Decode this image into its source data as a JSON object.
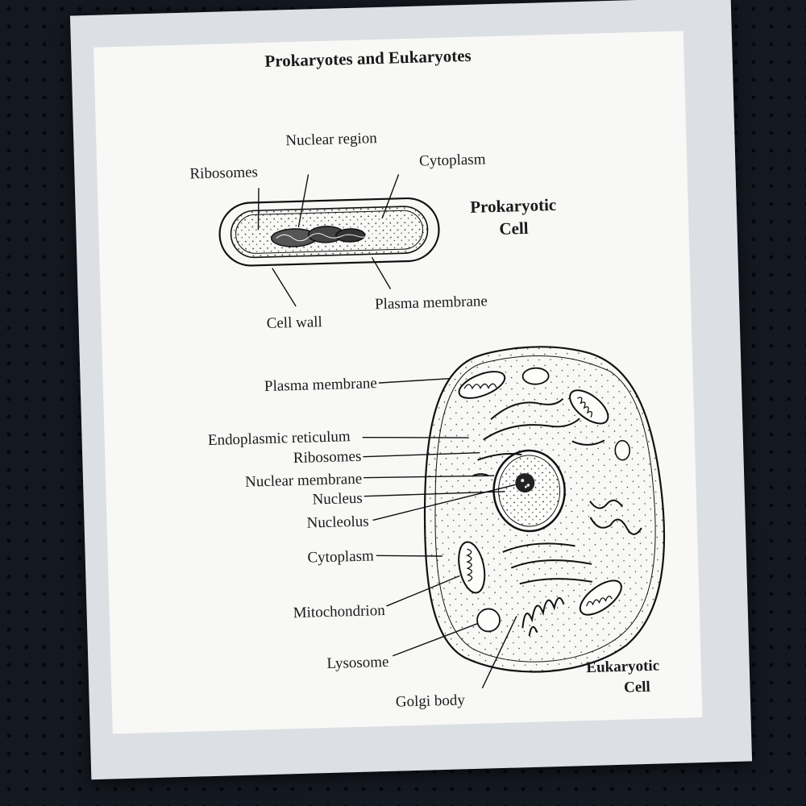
{
  "title": "Prokaryotes and Eukaryotes",
  "prokaryote": {
    "heading_line1": "Prokaryotic",
    "heading_line2": "Cell",
    "labels": {
      "nuclear_region": "Nuclear region",
      "ribosomes": "Ribosomes",
      "cytoplasm": "Cytoplasm",
      "cell_wall": "Cell wall",
      "plasma_membrane": "Plasma membrane"
    }
  },
  "eukaryote": {
    "heading_line1": "Eukaryotic",
    "heading_line2": "Cell",
    "labels": {
      "plasma_membrane": "Plasma membrane",
      "endoplasmic_reticulum": "Endoplasmic reticulum",
      "ribosomes": "Ribosomes",
      "nuclear_membrane": "Nuclear membrane",
      "nucleus": "Nucleus",
      "nucleolus": "Nucleolus",
      "cytoplasm": "Cytoplasm",
      "mitochondrion": "Mitochondrion",
      "lysosome": "Lysosome",
      "golgi_body": "Golgi body"
    }
  }
}
